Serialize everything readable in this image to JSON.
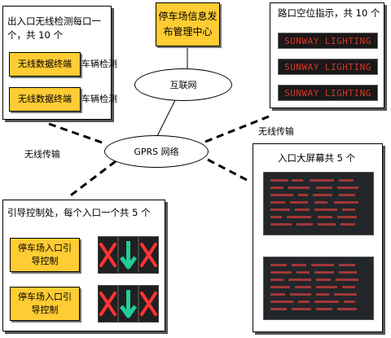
{
  "center": {
    "title_line1": "停车场信息发",
    "title_line2": "布管理中心",
    "internet": "互联网",
    "gprs": "GPRS 网络"
  },
  "detection_panel": {
    "title": "出入口无线检测每口一个，共 10 个",
    "terminals": [
      {
        "box": "无线数据终端",
        "tag": "车辆检测"
      },
      {
        "box": "无线数据终端",
        "tag": "车辆检测"
      }
    ]
  },
  "road_panel": {
    "title": "路口空位指示，共 10 个",
    "signs": [
      "SUNWAY LIGHTING",
      "SUNWAY LIGHTING",
      "SUNWAY LIGHTING"
    ]
  },
  "wireless": {
    "left": "无线传输",
    "right": "无线传输"
  },
  "guidance_panel": {
    "title": "引导控制处，每个入口一个共 5 个",
    "controllers": [
      {
        "line1": "停车场入口引",
        "line2": "导控制"
      },
      {
        "line1": "停车场入口引",
        "line2": "导控制"
      }
    ]
  },
  "screen_panel": {
    "title": "入口大屏幕共 5 个",
    "screen_count": 2
  },
  "colors": {
    "box_fill": "#ffcc33",
    "led_text": "#d33a2a",
    "signal_red": "#ff3333",
    "signal_green": "#22cc99"
  }
}
